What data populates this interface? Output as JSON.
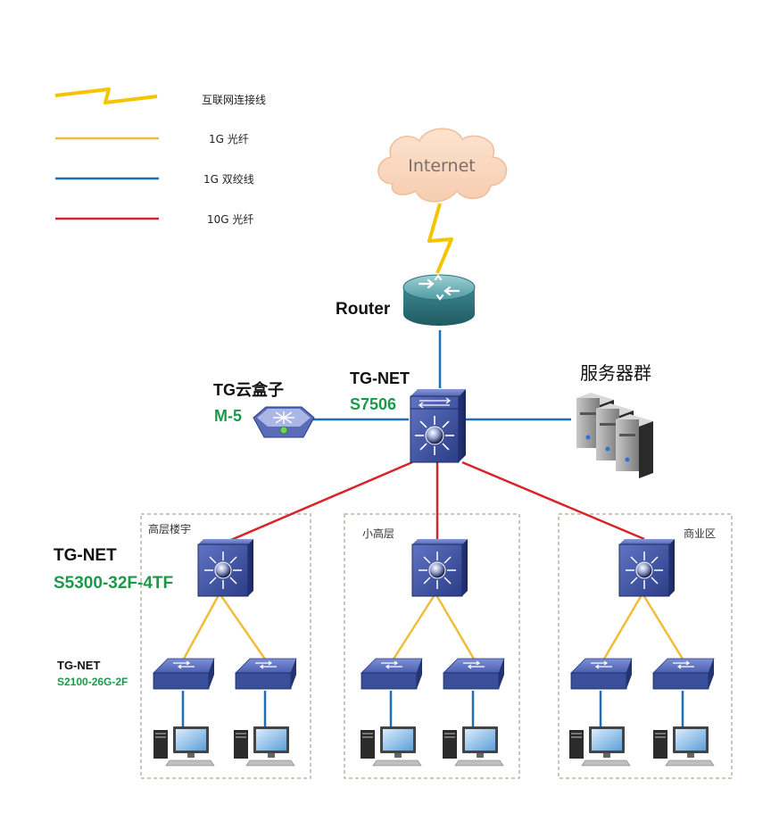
{
  "legend": [
    {
      "label": "互联网连接线",
      "kind": "zigzag",
      "color": "#f5c400"
    },
    {
      "label": "1G  光纤",
      "kind": "line",
      "color": "#f0bd38"
    },
    {
      "label": "1G 双绞线",
      "kind": "line",
      "color": "#1e6fb5"
    },
    {
      "label": "10G  光纤",
      "kind": "line",
      "color": "#d8232a"
    }
  ],
  "internet": {
    "label": "Internet"
  },
  "router": {
    "label": "Router"
  },
  "core": {
    "brand": "TG-NET",
    "model": "S7506"
  },
  "cloudbox": {
    "name": "TG云盒子",
    "model": "M-5"
  },
  "servers": {
    "label": "服务器群"
  },
  "zones": [
    {
      "label": "高层楼宇"
    },
    {
      "label": "小高层"
    },
    {
      "label": "商业区"
    }
  ],
  "aggregation": {
    "brand": "TG-NET",
    "model": "S5300-32F-4TF"
  },
  "access": {
    "brand": "TG-NET",
    "model": "S2100-26G-2F"
  },
  "colors": {
    "model_green": "#1a9a48",
    "device_blue": "#3a4f9a",
    "zone_border": "#b7b7a6",
    "fiber_10g": "#d8232a",
    "fiber_1g": "#f0bd38",
    "utp_1g": "#1e6fb5",
    "internet_link": "#f5c400"
  }
}
